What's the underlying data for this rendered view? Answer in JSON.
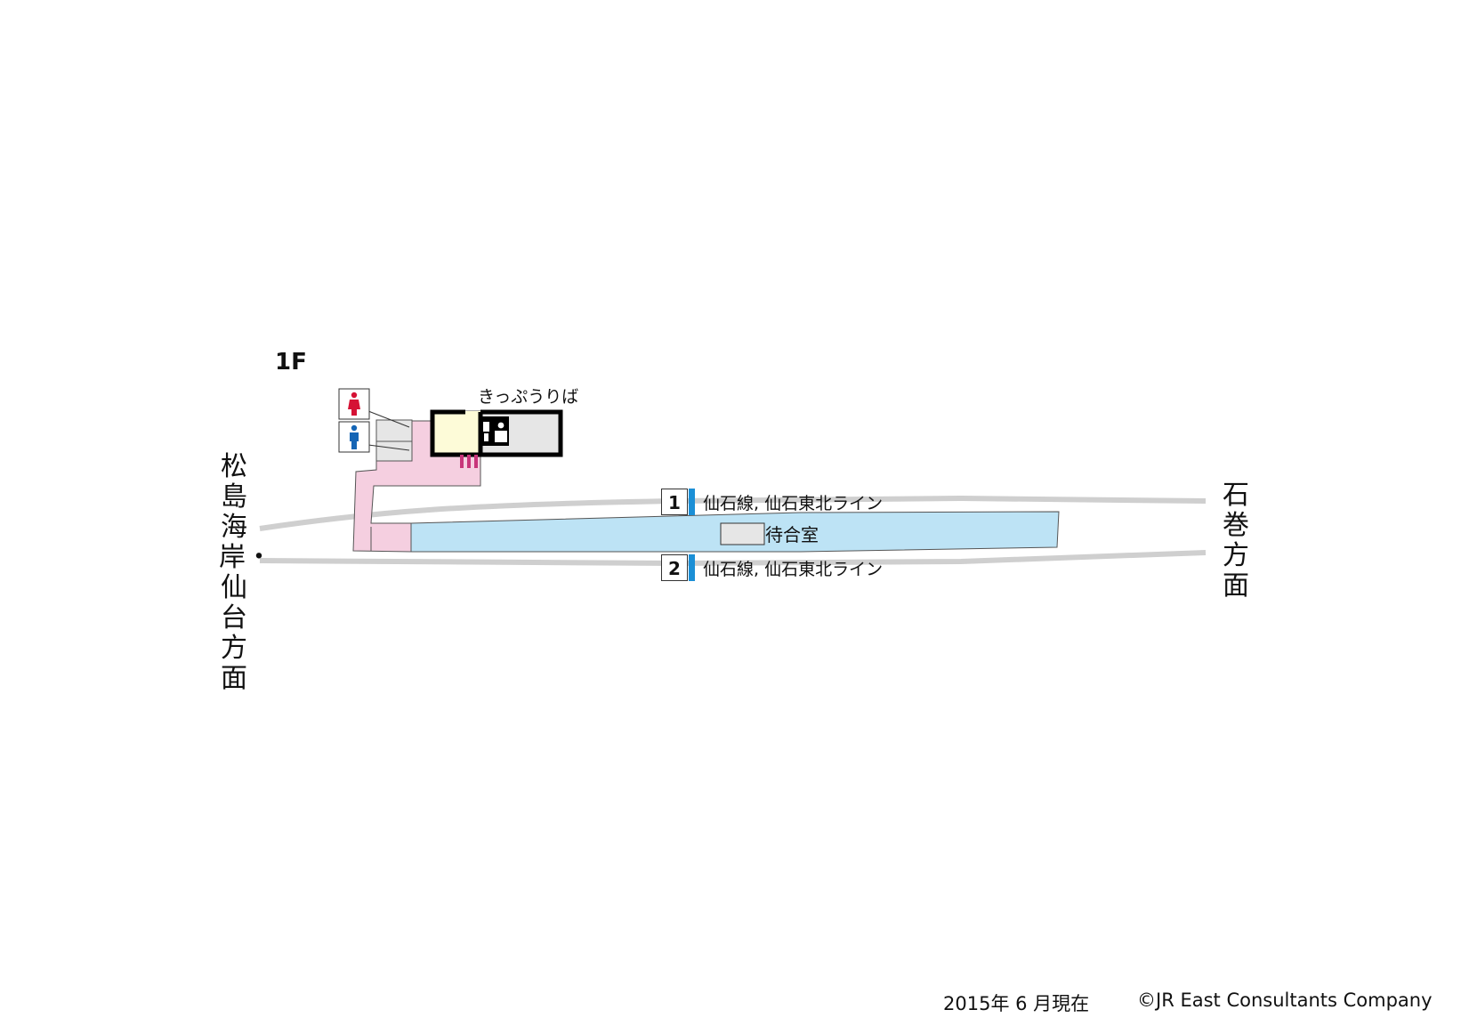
{
  "floor_label": "1F",
  "ticket_office_label": "きっぷうりば",
  "destination_left": "松島海岸・仙台方面",
  "destination_right": "石巻方面",
  "tracks": [
    {
      "number": "1",
      "line": "仙石線, 仙石東北ライン"
    },
    {
      "number": "2",
      "line": "仙石線, 仙石東北ライン"
    }
  ],
  "waiting_room_label": "待合室",
  "footer": {
    "date": "2015年 6 月現在",
    "copyright": "©JR East Consultants Company"
  },
  "colors": {
    "platform": "#bde3f5",
    "concourse": "#f5cfe0",
    "track": "#cfcfcf",
    "ticket_area": "#fdfbd8",
    "toilet_room": "#e6e6e6",
    "track_accent": "#1b8fd6",
    "women_icon": "#d51235",
    "men_icon": "#1565b5",
    "gate": "#c8357a"
  },
  "icons": [
    "women-toilet-icon",
    "men-toilet-icon",
    "ticket-office-icon"
  ]
}
